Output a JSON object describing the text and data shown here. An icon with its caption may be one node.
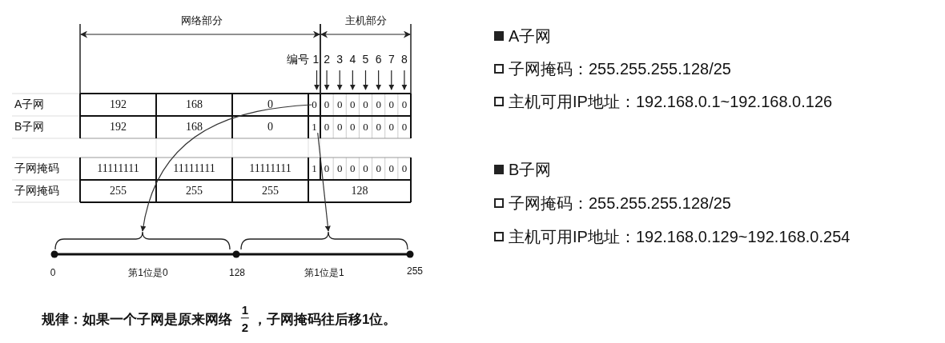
{
  "diagram": {
    "nodes": [
      {
        "text": [
          "0"
        ]
      },
      {
        "text": [],
        "shape": "brace"
      },
      {
        "text": [
          "1"
        ]
      },
      {
        "text": [],
        "shape": "brace"
      }
    ],
    "edges": [
      {
        "from": 0,
        "to": 1,
        "arrow": "to"
      },
      {
        "from": 2,
        "to": 3,
        "arrow": "to"
      }
    ],
    "labels": [
      "网络部分",
      "主机部分",
      "编号",
      "1",
      "2",
      "3",
      "4",
      "5",
      "6",
      "7",
      "8",
      "A子网",
      "192",
      "168",
      "0",
      "0",
      "0",
      "0",
      "0",
      "0",
      "0",
      "0",
      "B子网",
      "192",
      "168",
      "0",
      "0",
      "0",
      "0",
      "0",
      "0",
      "0",
      "0",
      "子网掩码",
      "11111111",
      "11111111",
      "11111111",
      "1",
      "0",
      "0",
      "0",
      "0",
      "0",
      "0",
      "0",
      "子网掩码",
      "255",
      "255",
      "255",
      "128",
      "0",
      "第1位是0",
      "128",
      "第1位是1",
      "255",
      "规律：如果一个子网是原来网络",
      "1",
      "2",
      "，子网掩码往后移1位。",
      "A子网",
      "子网掩码：255.255.255.128/25",
      "主机可用IP地址：192.168.0.1~192.168.0.126",
      "B子网",
      "子网掩码：255.255.255.128/25",
      "主机可用IP地址：192.168.0.129~192.168.0.254"
    ]
  }
}
